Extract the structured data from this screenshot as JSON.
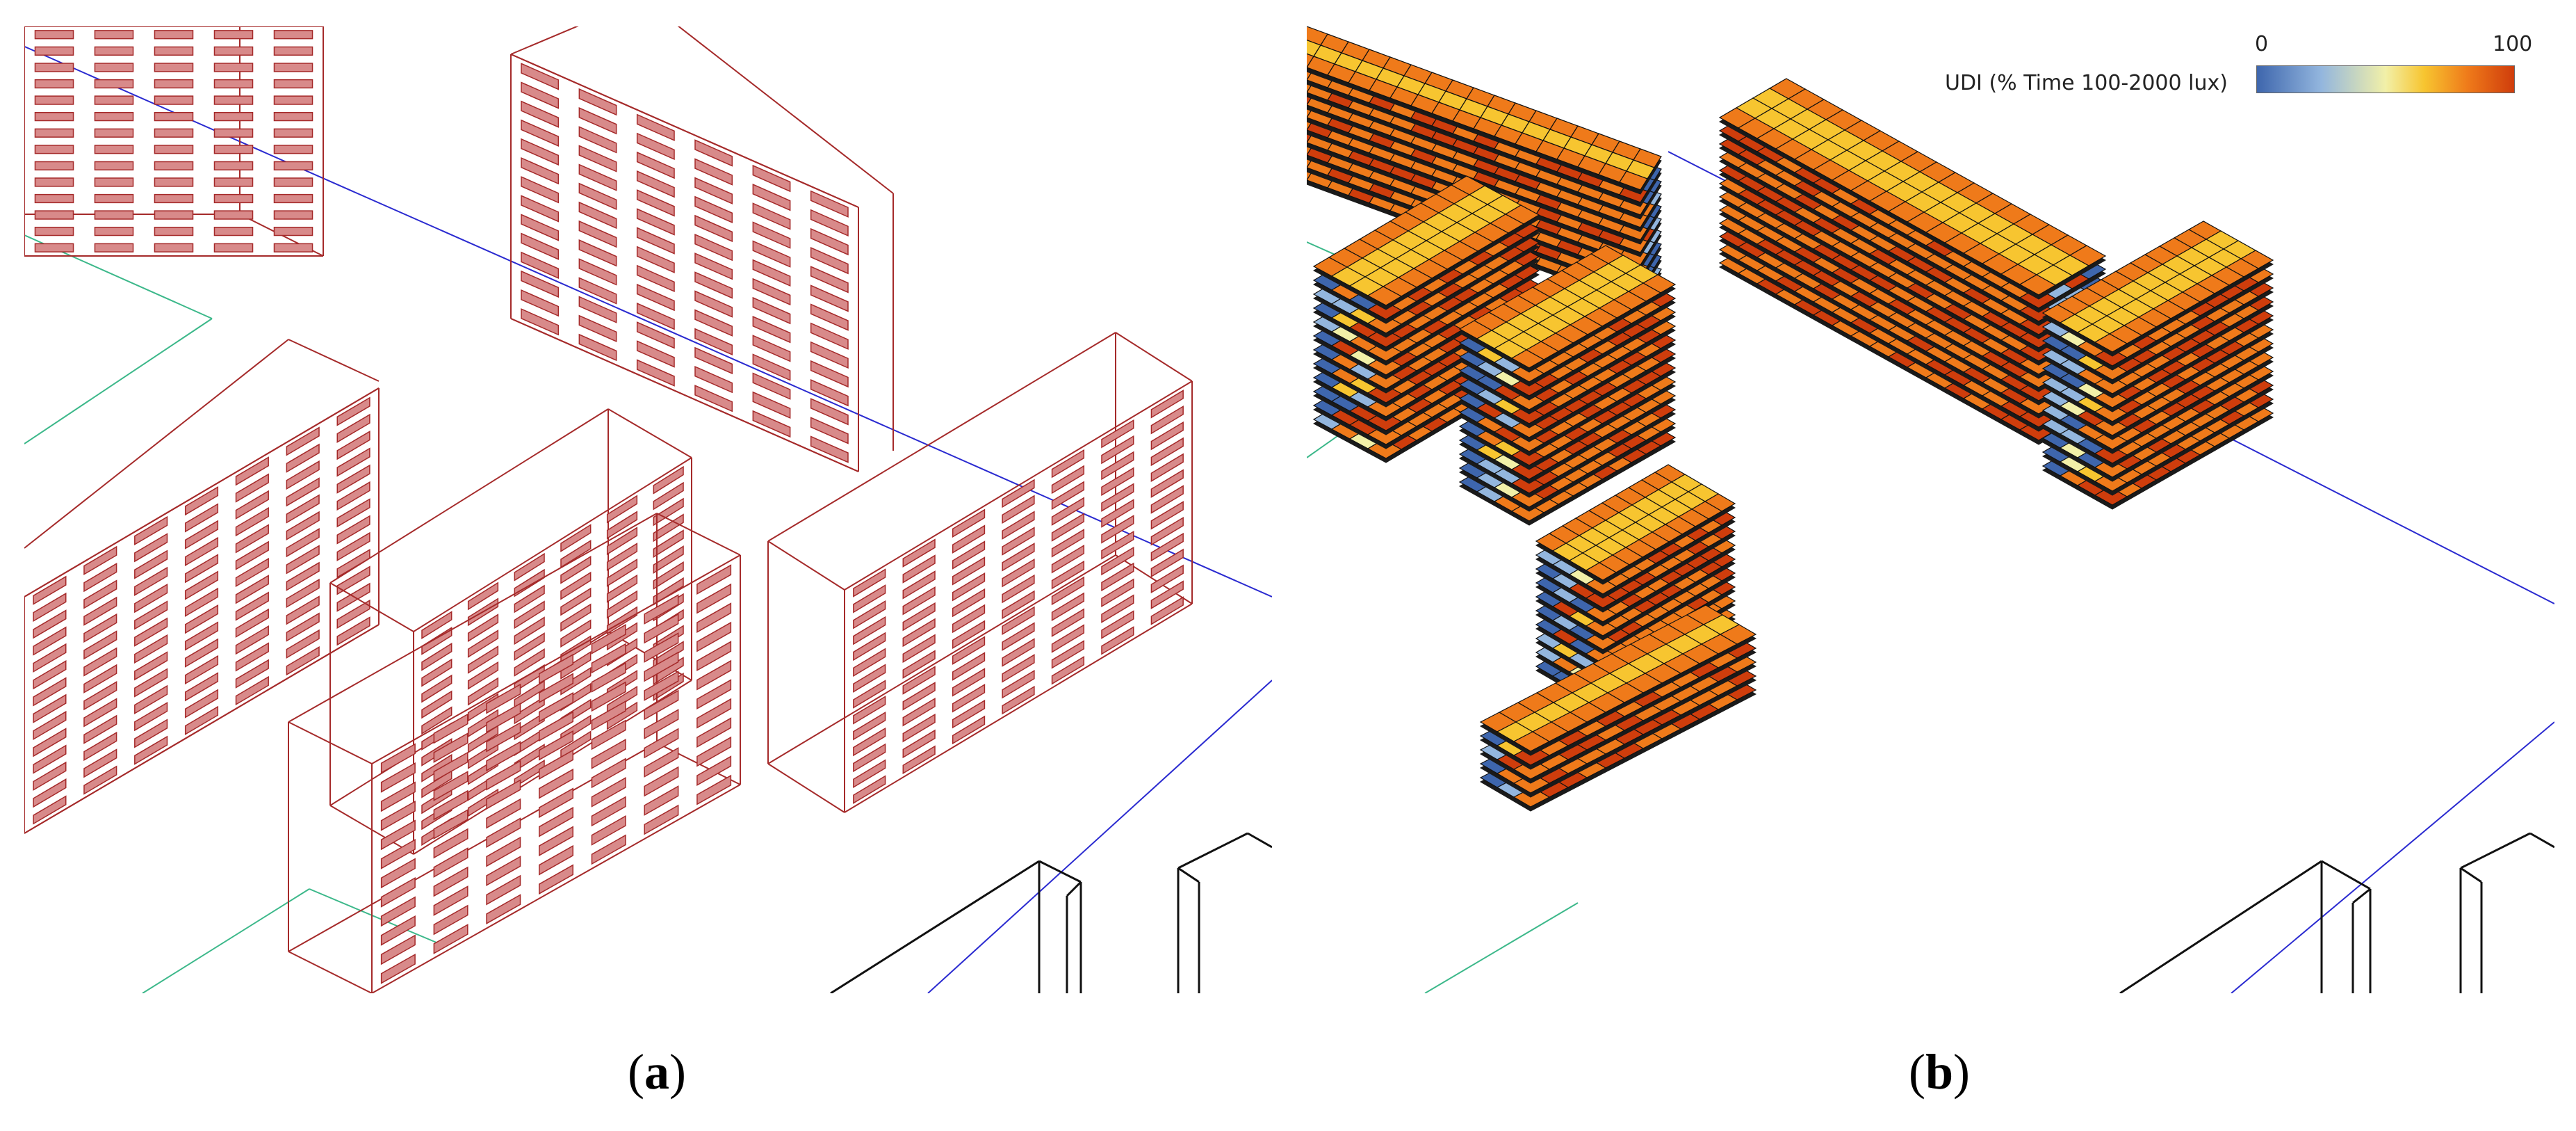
{
  "panels": [
    {
      "id": "a",
      "caption": "a",
      "view": "wireframe-window-layout"
    },
    {
      "id": "b",
      "caption": "b",
      "view": "udi-sensor-grid-map"
    }
  ],
  "legend": {
    "title": "UDI (% Time 100-2000 lux)",
    "min_label": "0",
    "max_label": "100",
    "colormap": [
      "#3e66ad",
      "#93b6de",
      "#f2f0a8",
      "#f7c530",
      "#ef7a1a",
      "#cf3d0c"
    ]
  },
  "colors": {
    "wireframe_building": "#a52a2a",
    "window_fill": "#d88a8a",
    "site_line_green": "#3cb88a",
    "site_line_blue": "#2a2ad0",
    "context_building": "#111111",
    "grid_cell_border": "#111111"
  }
}
